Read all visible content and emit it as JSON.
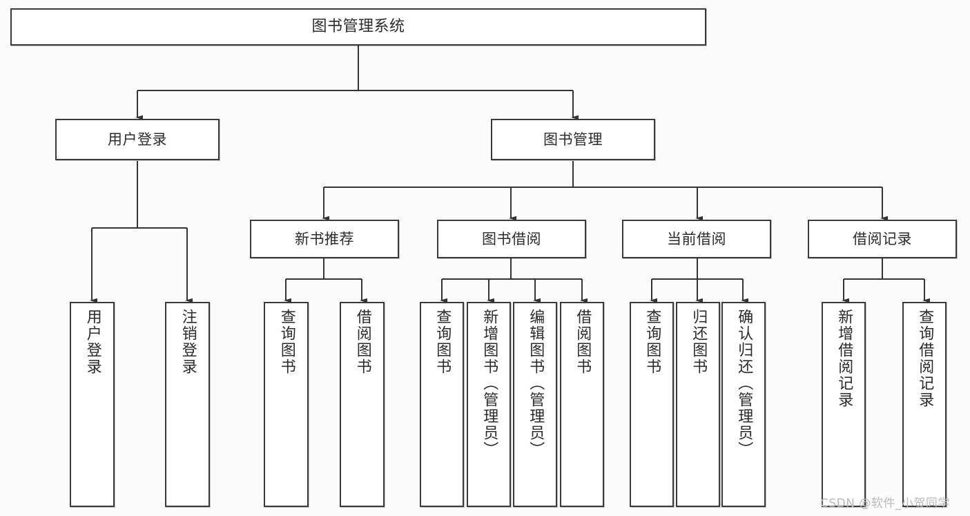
{
  "diagram": {
    "type": "tree-hierarchy",
    "title": "图书管理系统",
    "orientation": "top-down",
    "levels": 4,
    "nodes": {
      "root": {
        "label": "图书管理系统"
      },
      "level2": [
        {
          "id": "user-login",
          "label": "用户登录"
        },
        {
          "id": "book-manage",
          "label": "图书管理"
        }
      ],
      "level3": [
        {
          "id": "new-book-recommend",
          "label": "新书推荐"
        },
        {
          "id": "book-borrow",
          "label": "图书借阅"
        },
        {
          "id": "current-borrow",
          "label": "当前借阅"
        },
        {
          "id": "borrow-record",
          "label": "借阅记录"
        }
      ],
      "leaves": {
        "user-login": [
          {
            "id": "leaf-user-login",
            "label": "用户登录"
          },
          {
            "id": "leaf-logout-login",
            "label": "注销登录"
          }
        ],
        "new-book-recommend": [
          {
            "id": "leaf-query-book-1",
            "label": "查询图书"
          },
          {
            "id": "leaf-borrow-book-1",
            "label": "借阅图书"
          }
        ],
        "book-borrow": [
          {
            "id": "leaf-query-book-2",
            "label": "查询图书"
          },
          {
            "id": "leaf-add-book",
            "label": "新增图书（管理员）"
          },
          {
            "id": "leaf-edit-book",
            "label": "编辑图书（管理员）"
          },
          {
            "id": "leaf-borrow-book-2",
            "label": "借阅图书"
          }
        ],
        "current-borrow": [
          {
            "id": "leaf-query-book-3",
            "label": "查询图书"
          },
          {
            "id": "leaf-return-book",
            "label": "归还图书"
          },
          {
            "id": "leaf-confirm-return",
            "label": "确认归还（管理员）"
          }
        ],
        "borrow-record": [
          {
            "id": "leaf-add-record",
            "label": "新增借阅记录"
          },
          {
            "id": "leaf-query-record",
            "label": "查询借阅记录"
          }
        ]
      }
    },
    "colors": {
      "background": "#fbfbfb",
      "node_fill": "#ffffff",
      "node_border": "#3a3a3a",
      "edge": "#333333",
      "text": "#2b2b2b",
      "watermark": "#b9b9b9"
    }
  },
  "watermark": {
    "text": "CSDN @软件_小贺同学"
  }
}
